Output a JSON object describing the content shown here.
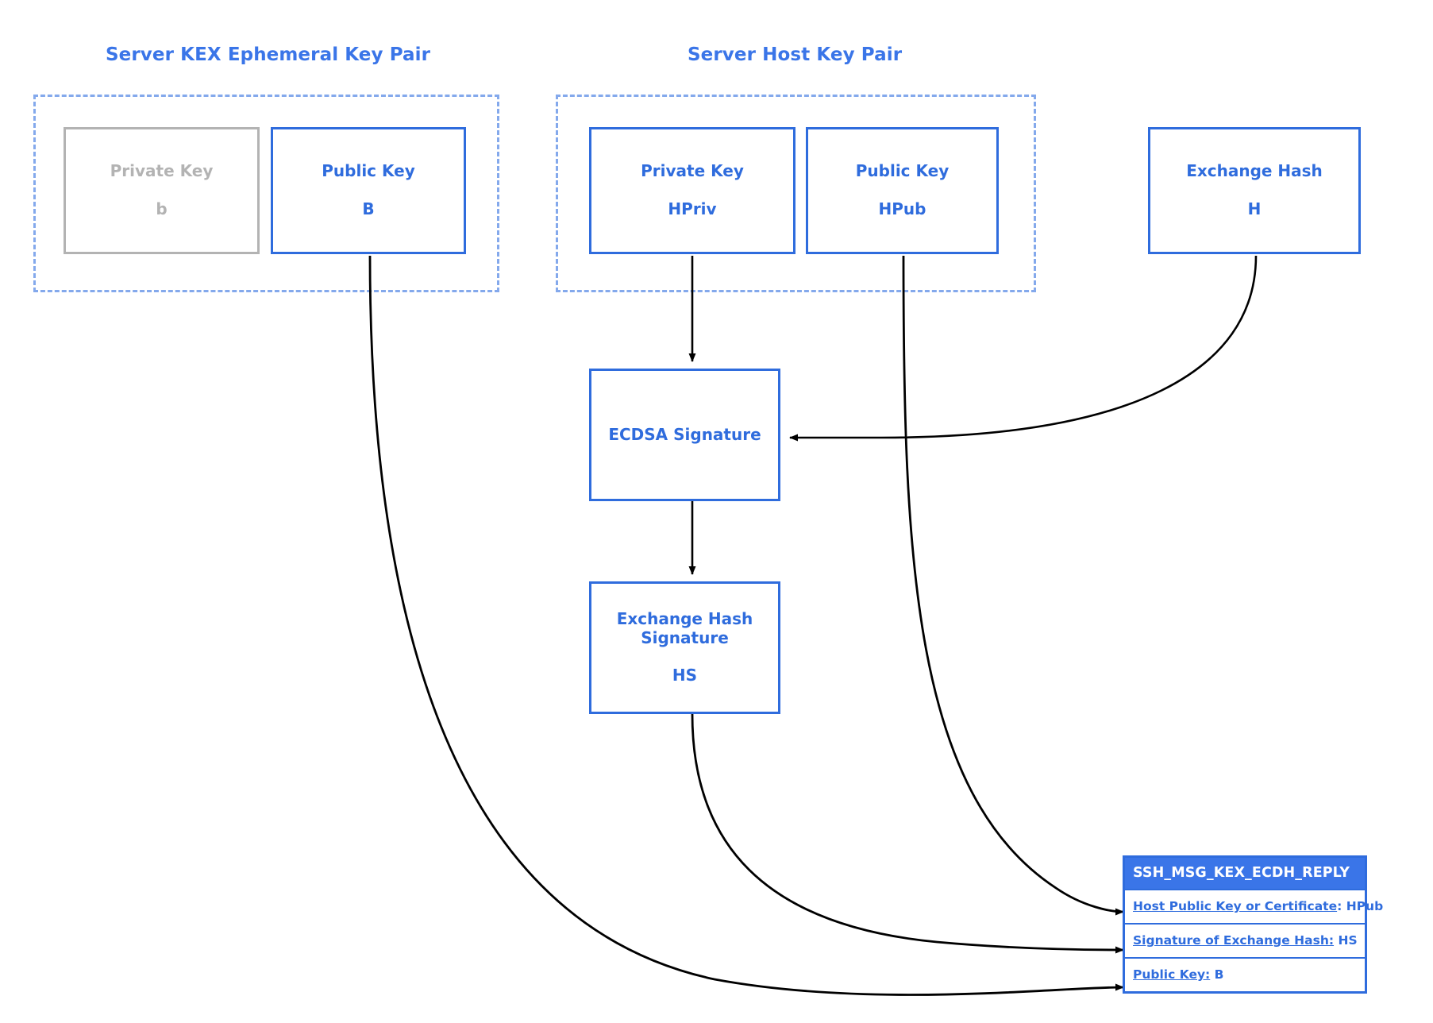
{
  "diagram": {
    "title_hidden": "SSH ECDH Key Exchange Reply Construction",
    "accent_blue": "#2f6cdd",
    "title_blue": "#3a75e8",
    "dashed_blue": "#84a9ec",
    "muted_gray": "#b3b3b3",
    "wire_black": "#000000"
  },
  "groups": [
    {
      "id": "kex",
      "title": "Server KEX Ephemeral Key Pair"
    },
    {
      "id": "host",
      "title": "Server Host Key Pair"
    }
  ],
  "nodes": {
    "kex_private": {
      "label": "Private Key",
      "value": "b"
    },
    "kex_public": {
      "label": "Public Key",
      "value": "B"
    },
    "host_private": {
      "label": "Private Key",
      "value": "HPriv"
    },
    "host_public": {
      "label": "Public Key",
      "value": "HPub"
    },
    "exchange_hash": {
      "label": "Exchange Hash",
      "value": "H"
    },
    "ecdsa_signature": {
      "label": "ECDSA Signature",
      "value": ""
    },
    "exchange_hash_signature": {
      "label": "Exchange Hash\nSignature",
      "label_line1": "Exchange Hash",
      "label_line2": "Signature",
      "value": "HS"
    }
  },
  "message": {
    "header": "SSH_MSG_KEX_ECDH_REPLY",
    "rows": [
      {
        "key": "Host Public Key or Certificate",
        "sep": ":",
        "value": "HPub"
      },
      {
        "key": "Signature of Exchange Hash:",
        "sep": "",
        "value": "HS"
      },
      {
        "key": "Public Key:",
        "sep": "",
        "value": "B"
      }
    ]
  }
}
